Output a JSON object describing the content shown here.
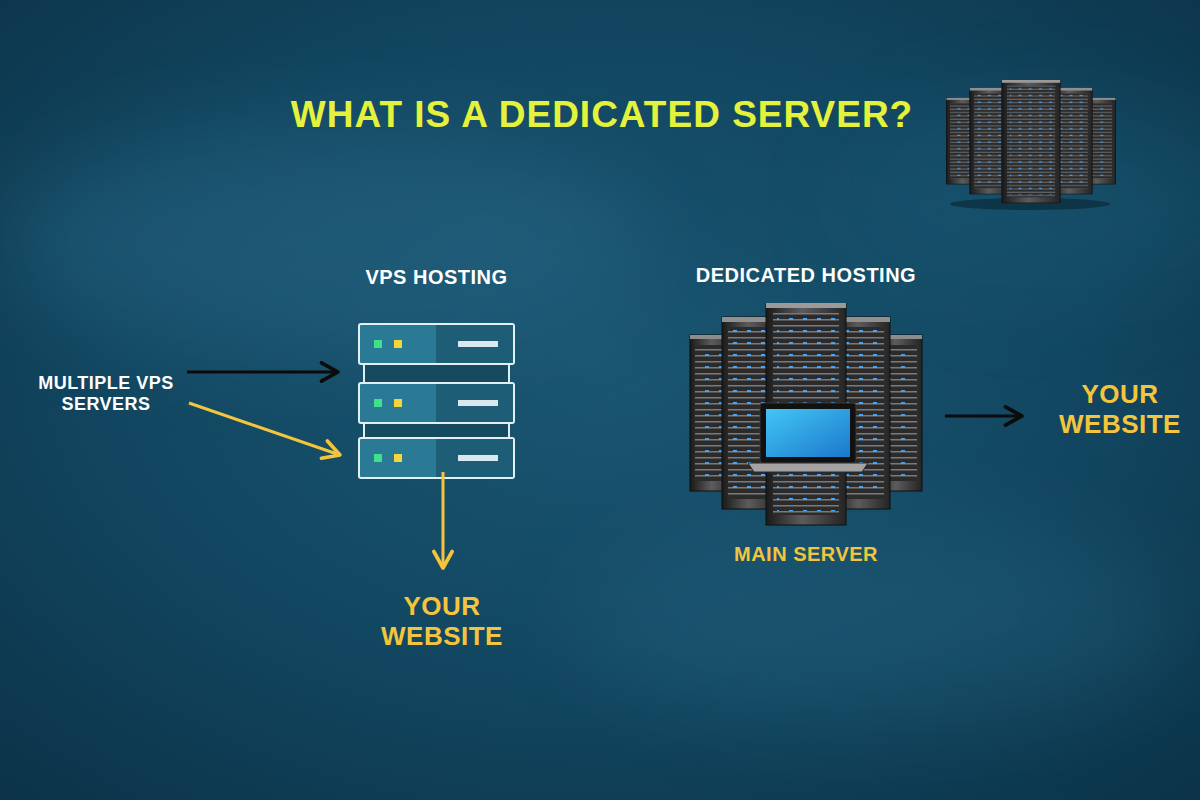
{
  "diagram": {
    "title": "WHAT IS A DEDICATED SERVER?",
    "nodes": [
      {
        "text": [
          "MULTIPLE VPS SERVERS"
        ]
      },
      {
        "text": [
          "VPS HOSTING"
        ]
      },
      {
        "text": [
          "YOUR WEBSITE"
        ]
      },
      {
        "text": [
          "DEDICATED HOSTING",
          "MAIN SERVER"
        ]
      },
      {
        "text": [
          "YOUR WEBSITE"
        ]
      }
    ],
    "edges": [
      {
        "from": 0,
        "to": 1,
        "arrow": "to"
      },
      {
        "from": 0,
        "to": 1,
        "arrow": "to"
      },
      {
        "from": 1,
        "to": 2,
        "arrow": "to"
      },
      {
        "from": 3,
        "to": 4,
        "arrow": "to"
      }
    ]
  }
}
